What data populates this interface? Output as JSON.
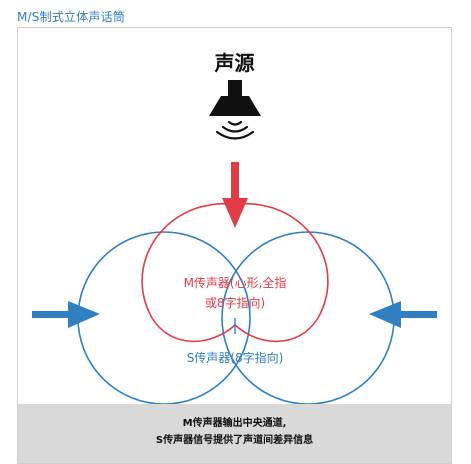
{
  "page": {
    "heading": "M/S制式立体声话筒"
  },
  "diagram": {
    "source_label": "声源",
    "m_mic_label_line1": "M传声器(心形,全指",
    "m_mic_label_line2": "或8字指向)",
    "s_mic_label": "S传声器(8字指向)",
    "caption_line1": "M传声器输出中央通道,",
    "caption_line2": "S传声器信号提供了声道间差异信息",
    "colors": {
      "m_pattern": "#e13c46",
      "s_pattern": "#2f7fc1",
      "heading": "#2f7fc1",
      "caption_bg": "#d9d9d9"
    },
    "icons": [
      "speaker-icon",
      "sound-waves-icon",
      "arrow-down-icon",
      "arrow-right-icon",
      "arrow-left-icon"
    ]
  }
}
